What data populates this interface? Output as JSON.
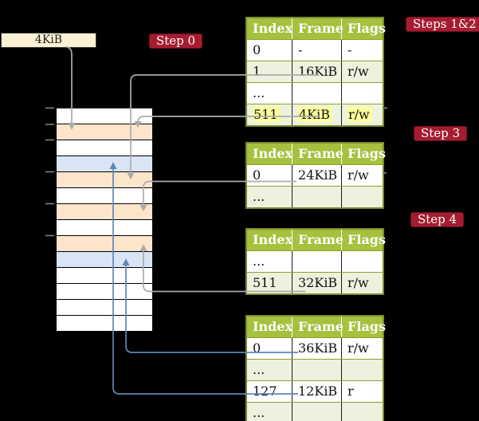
{
  "colors": {
    "bg": "#000000",
    "box-cream": "#fcf1d2",
    "box-border": "#3b3b3b",
    "label-red": "#a51c30",
    "label-border": "#6d0f1f",
    "head-green": "#a5c13d",
    "tbl-border": "#7d8c2d",
    "tbl-grid": "#8aa02f",
    "row-shade": "#edf2de",
    "row-white": "#ffffff",
    "hl-yellow": "#ffff9e",
    "peach": "#fde5cb",
    "row-blue": "#d9e4f4",
    "line-gray": "#ababab",
    "line-blue": "#5f86b7",
    "tick-gray": "#8f8f8f",
    "stub-gray": "#6e6e6e"
  },
  "frame_box": {
    "label": "4KiB"
  },
  "labels": {
    "step0": "Step 0",
    "steps12": "Steps 1&2",
    "step3": "Step 3",
    "step4": "Step 4"
  },
  "tables": [
    {
      "title": "Steps 1&2 page table",
      "headers": [
        "Index",
        "Frame",
        "Flags"
      ],
      "rows": [
        {
          "cells": [
            "0",
            "-",
            "-"
          ]
        },
        {
          "cells": [
            "1",
            "16KiB",
            "r/w"
          ]
        },
        {
          "cells": [
            "...",
            "",
            ""
          ]
        },
        {
          "cells": [
            "511",
            "4KiB",
            "r/w"
          ]
        }
      ]
    },
    {
      "title": "Step 3 page table",
      "headers": [
        "Index",
        "Frame",
        "Flags"
      ],
      "rows": [
        {
          "cells": [
            "0",
            "24KiB",
            "r/w"
          ]
        },
        {
          "cells": [
            "...",
            "",
            ""
          ]
        }
      ]
    },
    {
      "title": "Step 4 page table",
      "headers": [
        "Index",
        "Frame",
        "Flags"
      ],
      "rows": [
        {
          "cells": [
            "...",
            "",
            ""
          ]
        },
        {
          "cells": [
            "511",
            "32KiB",
            "r/w"
          ]
        }
      ]
    },
    {
      "title": "Final page table",
      "headers": [
        "Index",
        "Frame",
        "Flags"
      ],
      "rows": [
        {
          "cells": [
            "0",
            "36KiB",
            "r/w"
          ]
        },
        {
          "cells": [
            "...",
            "",
            ""
          ]
        },
        {
          "cells": [
            "127",
            "12KiB",
            "r"
          ]
        },
        {
          "cells": [
            "...",
            "",
            ""
          ]
        }
      ]
    }
  ],
  "memory": {
    "rows": [
      "white",
      "peach",
      "white",
      "blue",
      "peach",
      "white",
      "peach",
      "white",
      "peach",
      "blue",
      "white",
      "white",
      "white",
      "white"
    ]
  }
}
